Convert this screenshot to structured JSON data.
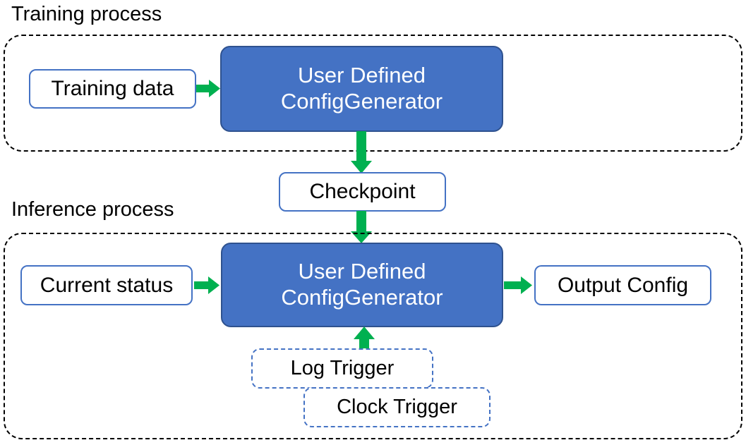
{
  "diagram": {
    "title_training": "Training process",
    "title_inference": "Inference process",
    "colors": {
      "processor_fill": "#4472C4",
      "processor_stroke": "#2F528F",
      "io_box_stroke": "#4472C4",
      "arrow": "#00B050",
      "container_stroke": "#000000",
      "trigger_stroke": "#4472C4",
      "background": "#ffffff",
      "text_dark": "#000000",
      "text_light": "#ffffff"
    }
  },
  "training": {
    "label": "Training process",
    "input_box": "Training data",
    "processor_line1": "User Defined",
    "processor_line2": "ConfigGenerator"
  },
  "bridge": {
    "checkpoint": "Checkpoint"
  },
  "inference": {
    "label": "Inference process",
    "input_box": "Current status",
    "processor_line1": "User Defined",
    "processor_line2": "ConfigGenerator",
    "output_box": "Output Config",
    "triggers": [
      {
        "label": "Log Trigger"
      },
      {
        "label": "Clock Trigger"
      }
    ]
  },
  "arrows": [
    {
      "name": "training-data-to-processor",
      "direction": "right"
    },
    {
      "name": "training-processor-to-checkpoint",
      "direction": "down"
    },
    {
      "name": "checkpoint-to-inference-processor",
      "direction": "down"
    },
    {
      "name": "current-status-to-processor",
      "direction": "right"
    },
    {
      "name": "processor-to-output-config",
      "direction": "right"
    },
    {
      "name": "triggers-to-processor",
      "direction": "up"
    }
  ]
}
